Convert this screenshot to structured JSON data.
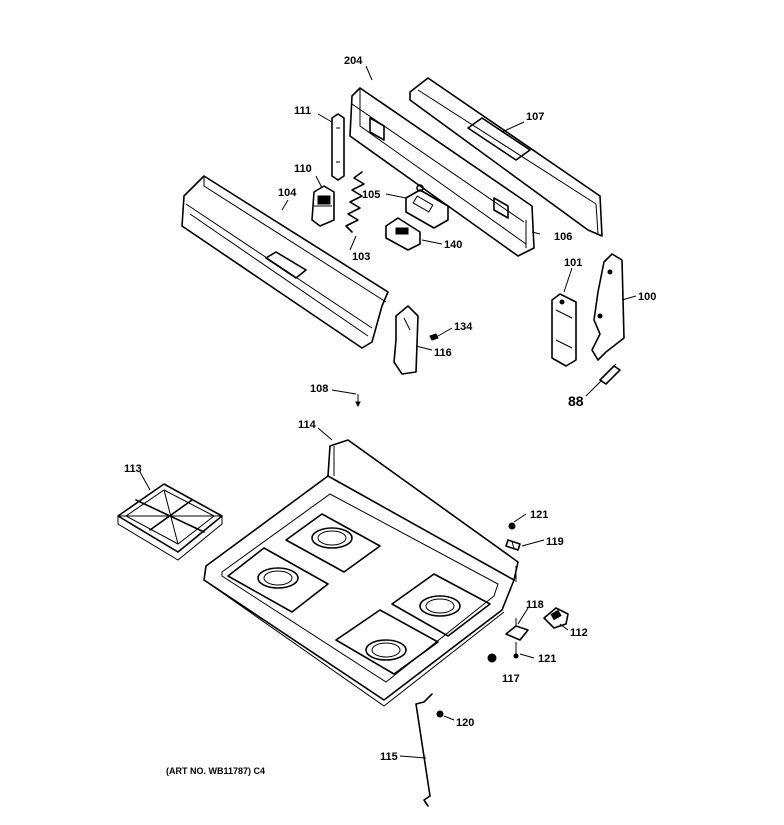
{
  "labels": {
    "p204": "204",
    "p111": "111",
    "p107": "107",
    "p110": "110",
    "p104": "104",
    "p105": "105",
    "p106": "106",
    "p103": "103",
    "p140": "140",
    "p101": "101",
    "p100": "100",
    "p134": "134",
    "p116": "116",
    "p88": "88",
    "p108": "108",
    "p114": "114",
    "p113": "113",
    "p121a": "121",
    "p119": "119",
    "p118": "118",
    "p112": "112",
    "p121b": "121",
    "p117": "117",
    "p120": "120",
    "p115": "115"
  },
  "art_number": "(ART NO. WB11787) C4"
}
